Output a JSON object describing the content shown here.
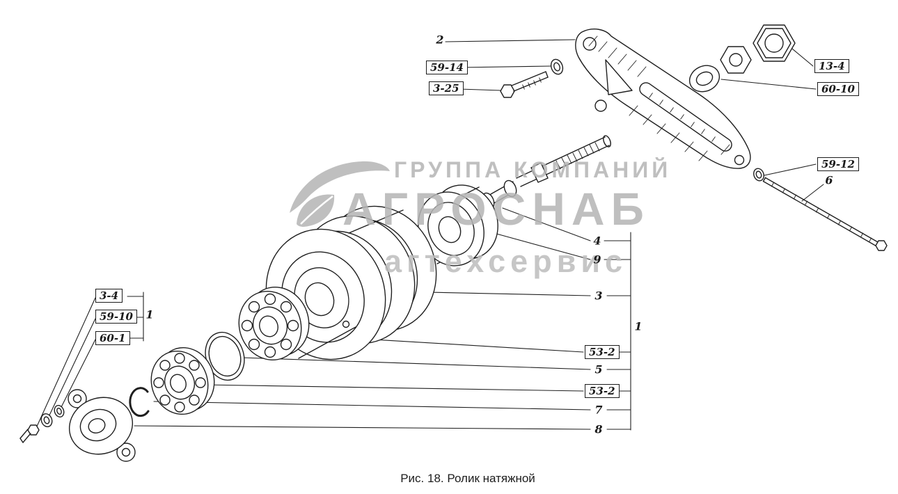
{
  "colors": {
    "ink": "#1f1f1f",
    "watermark": "#b5b5b5",
    "background": "#ffffff"
  },
  "figure": {
    "caption": "Рис. 18. Ролик натяжной"
  },
  "watermark": {
    "line1": "ГРУППА КОМПАНИЙ",
    "line2": "АГРОСНАБ",
    "line3": "агтехсервис"
  },
  "callouts": {
    "b59_14": "59-14",
    "b3_25": "3-25",
    "b13_4": "13-4",
    "b60_10": "60-10",
    "b59_12": "59-12",
    "b53_2_a": "53-2",
    "b53_2_b": "53-2",
    "b3_4": "3-4",
    "b59_10": "59-10",
    "b60_1": "60-1",
    "n2": "2",
    "n6": "6",
    "n4": "4",
    "n9": "9",
    "n3": "3",
    "n5": "5",
    "n7": "7",
    "n8": "8",
    "n1_left": "1",
    "n1_right": "1"
  }
}
